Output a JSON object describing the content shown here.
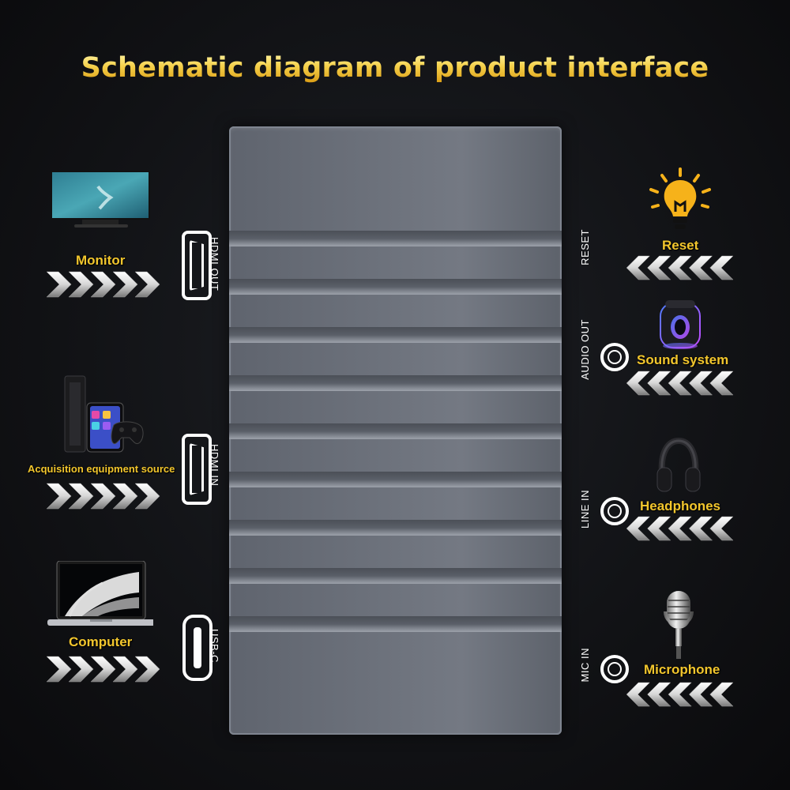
{
  "title": "Schematic diagram of product interface",
  "ports_left": [
    {
      "label": "HDMI OUT"
    },
    {
      "label": "HDMI IN"
    },
    {
      "label": "USB-C"
    }
  ],
  "ports_right": [
    {
      "label": "RESET"
    },
    {
      "label": "AUDIO OUT"
    },
    {
      "label": "LINE IN"
    },
    {
      "label": "MIC IN"
    }
  ],
  "devices_left": [
    {
      "label": "Monitor",
      "icon": "monitor-icon"
    },
    {
      "label": "Acquisition equipment source",
      "icon": "game-console-tablet-icon"
    },
    {
      "label": "Computer",
      "icon": "laptop-icon"
    }
  ],
  "devices_right": [
    {
      "label": "Reset",
      "icon": "lightbulb-icon"
    },
    {
      "label": "Sound system",
      "icon": "speaker-icon"
    },
    {
      "label": "Headphones",
      "icon": "headphones-icon"
    },
    {
      "label": "Microphone",
      "icon": "microphone-icon"
    }
  ],
  "colors": {
    "label_gold": "#f2c62d",
    "title_gold": "#f5d04a",
    "device_gray": "#6b707a",
    "background": "#111215"
  }
}
